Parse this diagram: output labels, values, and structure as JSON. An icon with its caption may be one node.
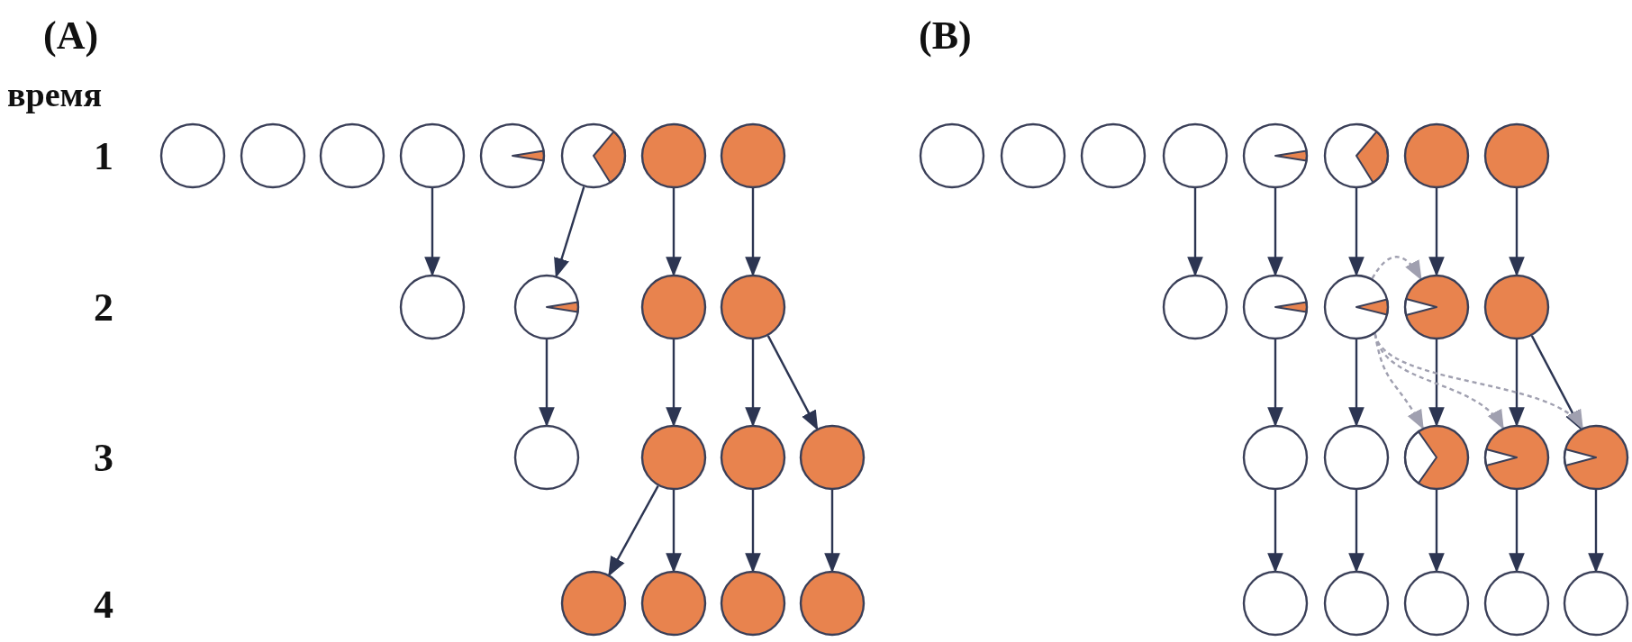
{
  "diagram": {
    "nodes": [
      {
        "text": [],
        "shape": "circle"
      },
      {
        "text": [],
        "shape": "circle"
      },
      {
        "text": [],
        "shape": "circle"
      },
      {
        "text": [],
        "shape": "circle"
      },
      {
        "text": [],
        "shape": "circle"
      },
      {
        "text": [],
        "shape": "circle"
      },
      {
        "text": [],
        "shape": "circle"
      },
      {
        "text": [],
        "shape": "circle"
      },
      {
        "text": [],
        "shape": "circle"
      },
      {
        "text": [],
        "shape": "circle"
      },
      {
        "text": [],
        "shape": "circle"
      },
      {
        "text": [],
        "shape": "circle"
      },
      {
        "text": [],
        "shape": "circle"
      },
      {
        "text": [],
        "shape": "circle"
      },
      {
        "text": [],
        "shape": "circle"
      },
      {
        "text": [],
        "shape": "circle"
      },
      {
        "text": [],
        "shape": "circle"
      },
      {
        "text": [],
        "shape": "circle"
      },
      {
        "text": [],
        "shape": "circle"
      },
      {
        "text": [],
        "shape": "circle"
      },
      {
        "text": [],
        "shape": "circle"
      },
      {
        "text": [],
        "shape": "circle"
      },
      {
        "text": [],
        "shape": "circle"
      },
      {
        "text": [],
        "shape": "circle"
      },
      {
        "text": [],
        "shape": "circle"
      },
      {
        "text": [],
        "shape": "circle"
      },
      {
        "text": [],
        "shape": "circle"
      },
      {
        "text": [],
        "shape": "circle"
      },
      {
        "text": [],
        "shape": "circle"
      },
      {
        "text": [],
        "shape": "circle"
      },
      {
        "text": [],
        "shape": "circle"
      },
      {
        "text": [],
        "shape": "circle"
      },
      {
        "text": [],
        "shape": "circle"
      },
      {
        "text": [],
        "shape": "circle"
      },
      {
        "text": [],
        "shape": "circle"
      },
      {
        "text": [],
        "shape": "circle"
      },
      {
        "text": [],
        "shape": "circle"
      },
      {
        "text": [],
        "shape": "circle"
      },
      {
        "text": [],
        "shape": "circle"
      },
      {
        "text": [],
        "shape": "circle"
      },
      {
        "text": [],
        "shape": "circle"
      },
      {
        "text": [],
        "shape": "circle"
      },
      {
        "text": [],
        "shape": "circle"
      }
    ],
    "edges": [
      {
        "from": 3,
        "to": 8,
        "arrow": "to"
      },
      {
        "from": 5,
        "to": 9,
        "arrow": "to"
      },
      {
        "from": 6,
        "to": 10,
        "arrow": "to"
      },
      {
        "from": 7,
        "to": 11,
        "arrow": "to"
      },
      {
        "from": 9,
        "to": 12,
        "arrow": "to"
      },
      {
        "from": 10,
        "to": 13,
        "arrow": "to"
      },
      {
        "from": 11,
        "to": 14,
        "arrow": "to"
      },
      {
        "from": 11,
        "to": 15,
        "arrow": "to"
      },
      {
        "from": 13,
        "to": 16,
        "arrow": "to"
      },
      {
        "from": 13,
        "to": 17,
        "arrow": "to"
      },
      {
        "from": 14,
        "to": 18,
        "arrow": "to"
      },
      {
        "from": 15,
        "to": 19,
        "arrow": "to"
      },
      {
        "from": 23,
        "to": 28,
        "arrow": "to"
      },
      {
        "from": 24,
        "to": 29,
        "arrow": "to"
      },
      {
        "from": 25,
        "to": 30,
        "arrow": "to"
      },
      {
        "from": 26,
        "to": 31,
        "arrow": "to"
      },
      {
        "from": 27,
        "to": 32,
        "arrow": "to"
      },
      {
        "from": 29,
        "to": 33,
        "arrow": "to"
      },
      {
        "from": 30,
        "to": 34,
        "arrow": "to"
      },
      {
        "from": 31,
        "to": 35,
        "arrow": "to"
      },
      {
        "from": 32,
        "to": 36,
        "arrow": "to"
      },
      {
        "from": 32,
        "to": 37,
        "arrow": "to"
      },
      {
        "from": 33,
        "to": 38,
        "arrow": "to"
      },
      {
        "from": 34,
        "to": 39,
        "arrow": "to"
      },
      {
        "from": 35,
        "to": 40,
        "arrow": "to"
      },
      {
        "from": 36,
        "to": 41,
        "arrow": "to"
      },
      {
        "from": 37,
        "to": 42,
        "arrow": "to"
      },
      {
        "from": 30,
        "to": 31,
        "arrow": "to",
        "style": "dashed",
        "color": "#a0a0b0"
      },
      {
        "from": 30,
        "to": 35,
        "arrow": "to",
        "style": "dashed",
        "color": "#a0a0b0"
      },
      {
        "from": 30,
        "to": 36,
        "arrow": "to",
        "style": "dashed",
        "color": "#a0a0b0"
      },
      {
        "from": 30,
        "to": 37,
        "arrow": "to",
        "style": "dashed",
        "color": "#a0a0b0"
      }
    ],
    "labels": [
      "(A)",
      "(B)",
      "время",
      "1",
      "2",
      "3",
      "4"
    ]
  }
}
